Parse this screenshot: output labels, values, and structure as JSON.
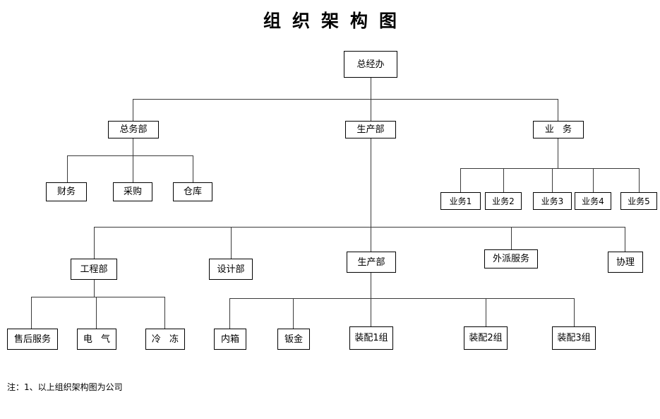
{
  "document": {
    "title": "组织架构图",
    "footnote": "注：1、以上组织架构图为公司"
  },
  "chart_data": {
    "type": "diagram",
    "title": "组织架构图",
    "diagram_kind": "organizational-chart",
    "orientation": "top-down",
    "note": "注：1、以上组织架构图为公司",
    "levels": [
      [
        "总经办"
      ],
      [
        "总务部",
        "生产部",
        "业 务"
      ],
      [
        "财务",
        "采购",
        "仓库",
        "业务1",
        "业务2",
        "业务3",
        "业务4",
        "业务5"
      ],
      [
        "工程部",
        "设计部",
        "生产部",
        "外派服务",
        "协理"
      ],
      [
        "售后服务",
        "电 气",
        "冷 冻",
        "内箱",
        "钣金",
        "装配1组",
        "装配2组",
        "装配3组"
      ]
    ],
    "edges": [
      [
        "总经办",
        "总务部"
      ],
      [
        "总经办",
        "生产部(level2)"
      ],
      [
        "总经办",
        "业 务"
      ],
      [
        "总务部",
        "财务"
      ],
      [
        "总务部",
        "采购"
      ],
      [
        "总务部",
        "仓库"
      ],
      [
        "业 务",
        "业务1"
      ],
      [
        "业 务",
        "业务2"
      ],
      [
        "业 务",
        "业务3"
      ],
      [
        "业 务",
        "业务4"
      ],
      [
        "业 务",
        "业务5"
      ],
      [
        "生产部(level2)",
        "工程部"
      ],
      [
        "生产部(level2)",
        "设计部"
      ],
      [
        "生产部(level2)",
        "生产部(level4)"
      ],
      [
        "生产部(level2)",
        "外派服务"
      ],
      [
        "生产部(level2)",
        "协理"
      ],
      [
        "工程部",
        "售后服务"
      ],
      [
        "工程部",
        "电 气"
      ],
      [
        "工程部",
        "冷 冻"
      ],
      [
        "生产部(level4)",
        "内箱"
      ],
      [
        "生产部(level4)",
        "钣金"
      ],
      [
        "生产部(level4)",
        "装配1组"
      ],
      [
        "生产部(level4)",
        "装配2组"
      ],
      [
        "生产部(level4)",
        "装配3组"
      ]
    ]
  },
  "nodes": {
    "root": {
      "label": "总经办"
    },
    "general_affairs": {
      "label": "总务部"
    },
    "production_l2": {
      "label": "生产部"
    },
    "business": {
      "label": "业 务"
    },
    "finance": {
      "label": "财务"
    },
    "purchasing": {
      "label": "采购"
    },
    "warehouse": {
      "label": "仓库"
    },
    "business_1": {
      "label": "业务1"
    },
    "business_2": {
      "label": "业务2"
    },
    "business_3": {
      "label": "业务3"
    },
    "business_4": {
      "label": "业务4"
    },
    "business_5": {
      "label": "业务5"
    },
    "engineering": {
      "label": "工程部"
    },
    "design": {
      "label": "设计部"
    },
    "production_l4": {
      "label": "生产部"
    },
    "outsourced_service": {
      "label": "外派服务"
    },
    "assistant_manager": {
      "label": "协理"
    },
    "after_sales": {
      "label": "售后服务"
    },
    "electrical": {
      "label": "电 气"
    },
    "refrigeration": {
      "label": "冷 冻"
    },
    "inner_case": {
      "label": "内箱"
    },
    "sheet_metal": {
      "label": "钣金"
    },
    "assembly_1": {
      "label": "装配1组"
    },
    "assembly_2": {
      "label": "装配2组"
    },
    "assembly_3": {
      "label": "装配3组"
    }
  },
  "colors": {
    "background": "#ffffff",
    "box_border": "#000000",
    "connector": "#3a3a3a",
    "text": "#000000"
  }
}
